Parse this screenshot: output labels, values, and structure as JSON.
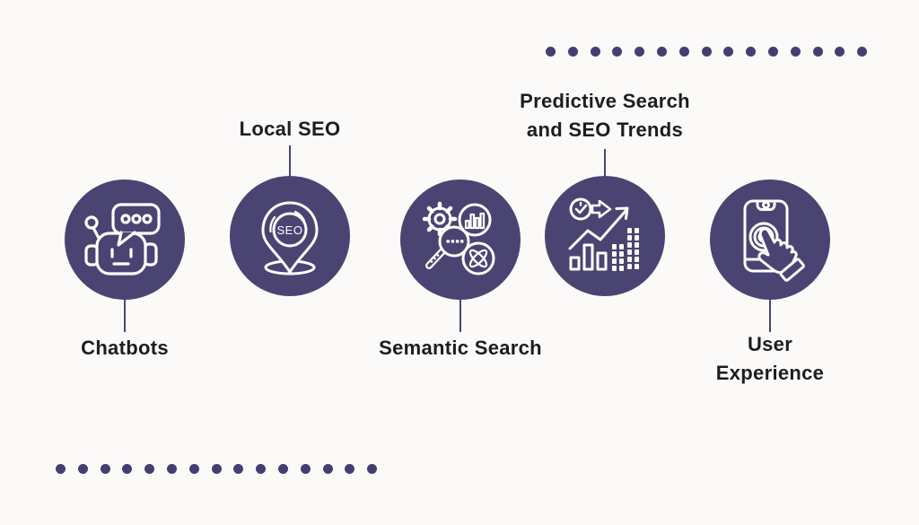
{
  "page": {
    "background": "#fbfaf8",
    "type": "seo-trends-infographic"
  },
  "colors": {
    "circle_fill": "#4a4472",
    "dotted_line": "#453e72",
    "connector_line": "#4a4573",
    "label_text": "#1d1d1d",
    "icon_stroke": "#ffffff"
  },
  "decorations": {
    "top_dotted_line": {
      "dot_count": 15,
      "position": "top-right"
    },
    "bottom_dotted_line": {
      "dot_count": 15,
      "position": "bottom-left"
    }
  },
  "items": [
    {
      "label": "Chatbots",
      "icon": "chatbot-robot-icon",
      "label_position": "below"
    },
    {
      "label": "Local SEO",
      "icon": "seo-location-pin-icon",
      "icon_text": "SEO",
      "label_position": "above"
    },
    {
      "label": "Semantic Search",
      "icon": "semantic-search-magnifier-icon",
      "label_position": "below"
    },
    {
      "label": "Predictive Search and SEO Trends",
      "lines": [
        "Predictive Search",
        "and SEO Trends"
      ],
      "icon": "trend-growth-chart-icon",
      "label_position": "above"
    },
    {
      "label": "User Experience",
      "lines": [
        "User",
        "Experience"
      ],
      "icon": "mobile-touch-hand-icon",
      "label_position": "below"
    }
  ]
}
